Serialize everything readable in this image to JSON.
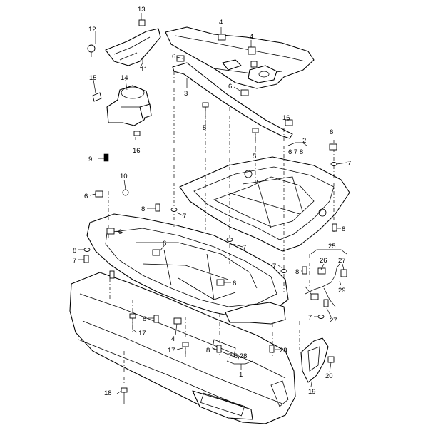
{
  "labels": [
    {
      "id": "13",
      "text": "13"
    },
    {
      "id": "12",
      "text": "12"
    },
    {
      "id": "11",
      "text": "11"
    },
    {
      "id": "4a",
      "text": "4"
    },
    {
      "id": "4b",
      "text": "4"
    },
    {
      "id": "6a",
      "text": "6"
    },
    {
      "id": "3",
      "text": "3"
    },
    {
      "id": "6b",
      "text": "6"
    },
    {
      "id": "5a",
      "text": "5"
    },
    {
      "id": "6c",
      "text": "6"
    },
    {
      "id": "15",
      "text": "15"
    },
    {
      "id": "14",
      "text": "14"
    },
    {
      "id": "16",
      "text": "16"
    },
    {
      "id": "6d",
      "text": "6"
    },
    {
      "id": "5b",
      "text": "5"
    },
    {
      "id": "2",
      "text": "2"
    },
    {
      "id": "678",
      "text": "6  7  8"
    },
    {
      "id": "7a",
      "text": "7"
    },
    {
      "id": "9",
      "text": "9"
    },
    {
      "id": "10",
      "text": "10"
    },
    {
      "id": "6e",
      "text": "6"
    },
    {
      "id": "8a",
      "text": "8"
    },
    {
      "id": "7b",
      "text": "7"
    },
    {
      "id": "8b",
      "text": "8"
    },
    {
      "id": "6f",
      "text": "6"
    },
    {
      "id": "6g",
      "text": "6"
    },
    {
      "id": "7c",
      "text": "7"
    },
    {
      "id": "8c",
      "text": "8"
    },
    {
      "id": "7d",
      "text": "7"
    },
    {
      "id": "8d",
      "text": "8"
    },
    {
      "id": "25",
      "text": "25"
    },
    {
      "id": "26",
      "text": "26"
    },
    {
      "id": "27a",
      "text": "27"
    },
    {
      "id": "7e",
      "text": "7"
    },
    {
      "id": "8e",
      "text": "8"
    },
    {
      "id": "6h",
      "text": "6"
    },
    {
      "id": "29",
      "text": "29"
    },
    {
      "id": "7f",
      "text": "7"
    },
    {
      "id": "27b",
      "text": "27"
    },
    {
      "id": "8f",
      "text": "8"
    },
    {
      "id": "17a",
      "text": "17"
    },
    {
      "id": "4c",
      "text": "4"
    },
    {
      "id": "17b",
      "text": "17"
    },
    {
      "id": "8g",
      "text": "8"
    },
    {
      "id": "7828",
      "text": "7,8,28"
    },
    {
      "id": "28",
      "text": "28"
    },
    {
      "id": "1",
      "text": "1"
    },
    {
      "id": "20",
      "text": "20"
    },
    {
      "id": "18",
      "text": "18"
    },
    {
      "id": "19",
      "text": "19"
    }
  ]
}
